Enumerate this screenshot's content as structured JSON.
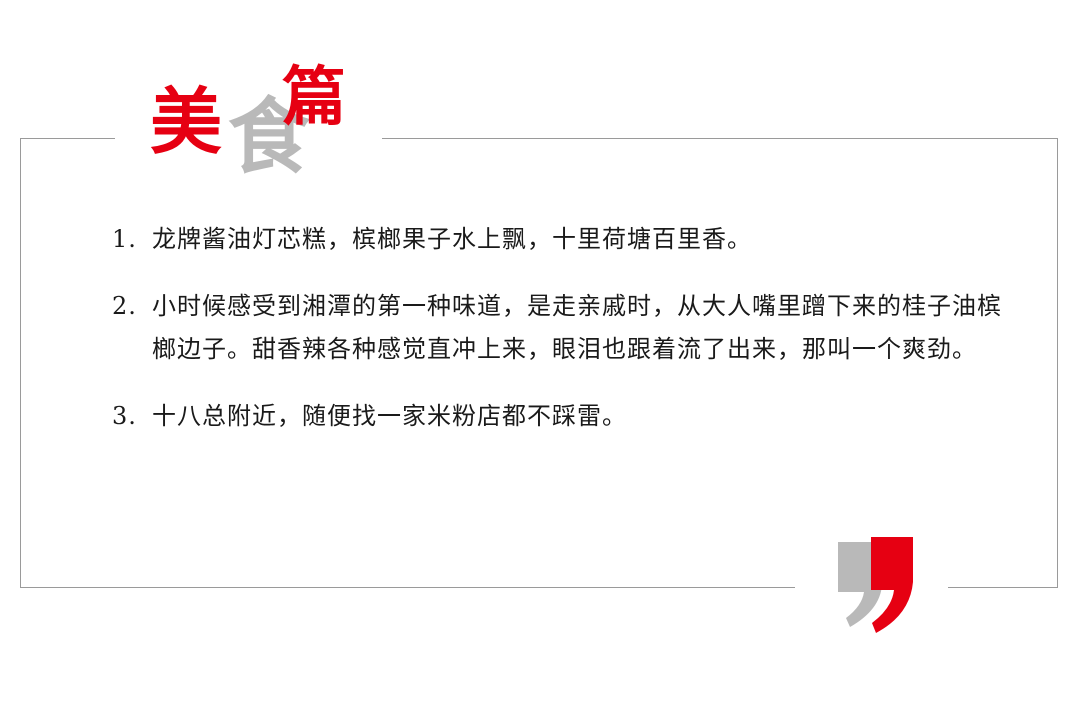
{
  "title": {
    "char1": "美",
    "char2": "食",
    "char3": "篇"
  },
  "items": [
    {
      "num": "1.",
      "text": "龙牌酱油灯芯糕，槟榔果子水上飘，十里荷塘百里香。"
    },
    {
      "num": "2.",
      "text": "小时候感受到湘潭的第一种味道，是走亲戚时，从大人嘴里蹭下来的桂子油槟榔边子。甜香辣各种感觉直冲上来，眼泪也跟着流了出来，那叫一个爽劲。"
    },
    {
      "num": "3.",
      "text": "十八总附近，随便找一家米粉店都不踩雷。"
    }
  ],
  "colors": {
    "red": "#e60012",
    "gray": "#b9b9b9",
    "border": "#9a9a9a"
  }
}
